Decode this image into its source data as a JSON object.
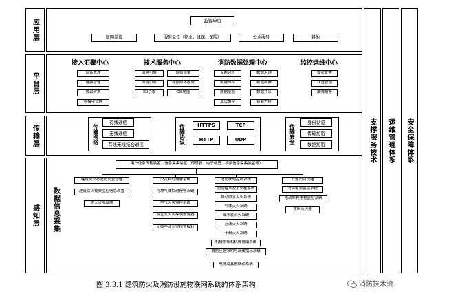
{
  "layers": {
    "application": "应用层",
    "platform": "平台层",
    "transport": "传输层",
    "perception": "感知层"
  },
  "side_columns": [
    "支撑服务技术",
    "运维管理体系",
    "安全保障体系"
  ],
  "application": {
    "top": "监管单位",
    "units": [
      "联网单位",
      "服务单位（物业、维保、保险）",
      "公众服务",
      "其他"
    ]
  },
  "platform": {
    "sections": [
      {
        "title": "接入汇聚中心",
        "items": [
          "设备管理",
          "连接管理",
          "协议转换",
          "物模型管理"
        ]
      },
      {
        "title": "技术服务中心",
        "items": [
          "消息引擎",
          "规则引擎",
          "流程引擎",
          "视频媒体服务",
          "3D引擎",
          "GIS地图"
        ]
      },
      {
        "title": "消防数据处理中心",
        "items": [
          "专题分析",
          "数据治理",
          "数据储存",
          "数据勘察",
          "数据挖掘",
          "数据共享",
          "算法模型",
          "智能分析"
        ]
      },
      {
        "title": "监控运维中心",
        "items": [
          "加密配置",
          "认证管理",
          "故障报警"
        ]
      }
    ]
  },
  "transport": {
    "network": {
      "label": "传输网络",
      "items": [
        "有线通信",
        "无线通信",
        "有线无线结合通信"
      ]
    },
    "protocol": {
      "label": "传输协议",
      "items": [
        "HTTPS",
        "TCP",
        "HTTP",
        "UDP"
      ]
    },
    "security": {
      "label": "传输安全",
      "items": [
        "身份认证",
        "传输加密",
        "数据加密"
      ]
    }
  },
  "perception": {
    "label": "数据信息采集",
    "top": "用户信息传输装置、信息采集装置（传感器、电子标签、视频信息采集装置等）",
    "col1": [
      "建筑防火与消防安全管理",
      "建筑防火视频监控信息装置",
      "防火分隔设施"
    ],
    "col2": [
      "火灾自动报警系统",
      "可燃气体探测报警系统",
      "电气火灾监控系统",
      "独立式火灾探测报警器",
      "无线手动火灾报警按钮"
    ],
    "col3": [
      "消防联动控制系统",
      "消防给水及消火栓系统",
      "自动喷水灭火系统",
      "气体灭火系统",
      "细水雾灭火系统",
      "泡沫灭火系统",
      "干粉灭火系统",
      "机械防烟和机械排烟系统",
      "消防应急照明与疏散指示系统",
      "电梯及其他联动系统"
    ],
    "col4": [
      "其他消防设施",
      "消防电源监控系统",
      "电动车充电桩监控系统",
      "建筑灭火器"
    ]
  },
  "caption": "图 3.3.1 建筑防火及消防设施物联网系统的体系架构",
  "watermark": "消防技术流"
}
